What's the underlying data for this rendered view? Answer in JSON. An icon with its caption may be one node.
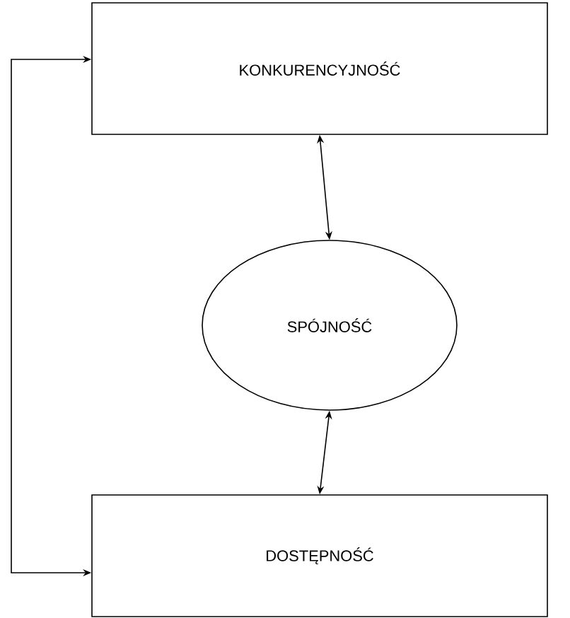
{
  "diagram": {
    "nodes": [
      {
        "text": [
          "KONKURENCYJNOŚĆ"
        ]
      },
      {
        "text": [
          "SPÓJNOŚĆ"
        ]
      },
      {
        "text": [
          "DOSTĘPNOŚĆ"
        ]
      }
    ],
    "edges": [
      {
        "from": 0,
        "to": 1,
        "arrow": "both"
      },
      {
        "from": 1,
        "to": 2,
        "arrow": "both"
      },
      {
        "from": 2,
        "to": 0,
        "arrow": "both"
      }
    ]
  }
}
